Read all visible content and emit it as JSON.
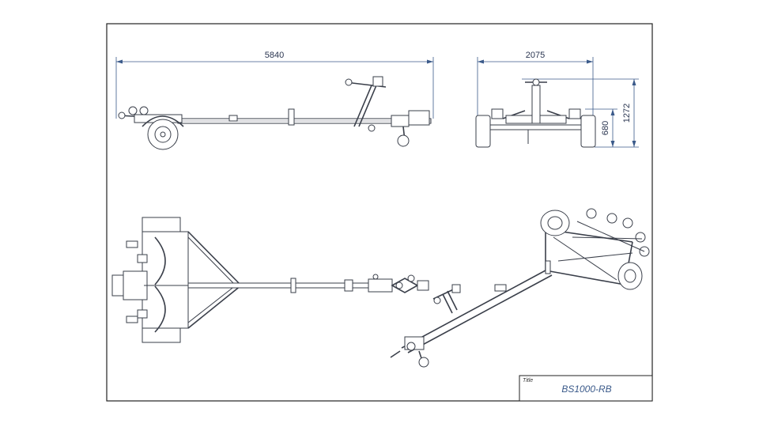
{
  "dimensions": {
    "length": "5840",
    "width": "2075",
    "height_total": "1272",
    "height_bed": "680"
  },
  "title_block": {
    "label": "Title",
    "value": "BS1000-RB"
  },
  "colors": {
    "dimension": "#3b5a8a",
    "line": "#3a3f4a",
    "border": "#222222"
  }
}
